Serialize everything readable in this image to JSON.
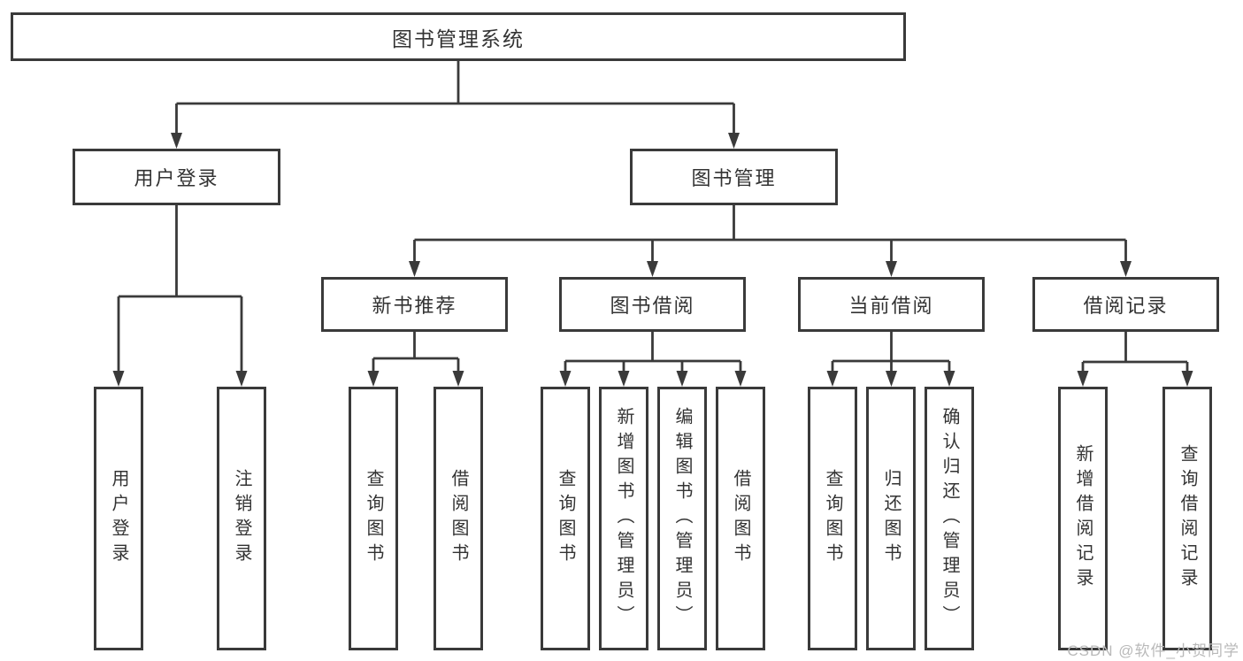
{
  "diagram_type": "hierarchy-tree",
  "tree": {
    "label": "图书管理系统",
    "children": [
      {
        "label": "用户登录",
        "children": [
          {
            "label": "用户登录"
          },
          {
            "label": "注销登录"
          }
        ]
      },
      {
        "label": "图书管理",
        "children": [
          {
            "label": "新书推荐",
            "children": [
              {
                "label": "查询图书"
              },
              {
                "label": "借阅图书"
              }
            ]
          },
          {
            "label": "图书借阅",
            "children": [
              {
                "label": "查询图书"
              },
              {
                "label": "新增图书（管理员）"
              },
              {
                "label": "编辑图书（管理员）"
              },
              {
                "label": "借阅图书"
              }
            ]
          },
          {
            "label": "当前借阅",
            "children": [
              {
                "label": "查询图书"
              },
              {
                "label": "归还图书"
              },
              {
                "label": "确认归还（管理员）"
              }
            ]
          },
          {
            "label": "借阅记录",
            "children": [
              {
                "label": "新增借阅记录"
              },
              {
                "label": "查询借阅记录"
              }
            ]
          }
        ]
      }
    ]
  },
  "watermark": {
    "text": "CSDN @软件_小贺同学"
  },
  "colors": {
    "line": "#3a3a3a",
    "text": "#333333",
    "box_background": "#ffffff",
    "page_background": "#ffffff",
    "watermark": "#b9b9b9"
  }
}
